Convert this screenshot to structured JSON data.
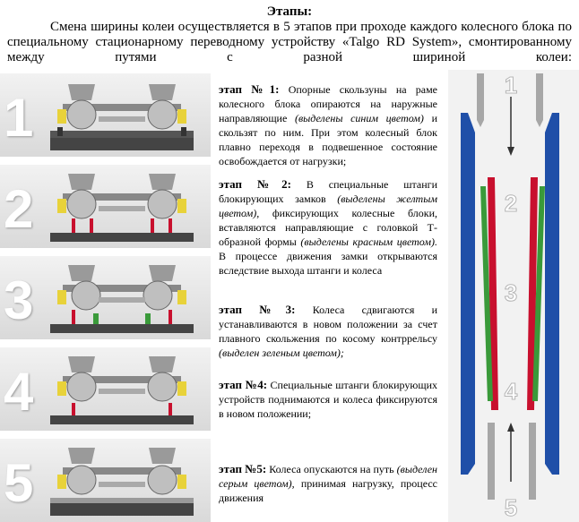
{
  "header": {
    "title": "Этапы:",
    "intro": "Смена ширины колеи осуществляется в 5 этапов при проходе каждого колесного блока по специальному стационарному переводному устройству «Talgo RD System», смонтированному между путями с разной шириной колеи:"
  },
  "stages": [
    {
      "number": "1",
      "label": "этап №1:",
      "text1": " Опорные скользуны на раме колесного блока опираются на наружные направляющие ",
      "highlight": "(выделены синим цветом)",
      "text2": " и скользят по ним. При этом колесный блок плавно переходя в подвешенное состояние освобождается от нагрузки;"
    },
    {
      "number": "2",
      "label": "этап №2:",
      "text1": " В специальные штанги блокирующих замков ",
      "highlight": "(выделены желтым цветом),",
      "text2": " фиксирующих колесные блоки, вставляются направляющие с головкой Т-образной формы ",
      "highlight2": "(выделены красным цветом).",
      "text3": " В процессе движения замки открываются вследствие выхода штанги и колеса"
    },
    {
      "number": "3",
      "label": "этап №3:",
      "text1": " Колеса сдвигаются и устанавливаются в новом положении за счет плавного скольжения по косому контррельсу ",
      "highlight": "(выделен зеленым цветом);"
    },
    {
      "number": "4",
      "label": "этап №4:",
      "text1": " Специальные штанги блокирующих устройств поднимаются и колеса фиксируются в новом положении;"
    },
    {
      "number": "5",
      "label": "этап №5:",
      "text1": " Колеса опускаются на путь ",
      "highlight": "(выделен серым цветом),",
      "text2": " принимая нагрузку, процесс движения"
    }
  ],
  "diagram_numbers": [
    "1",
    "2",
    "3",
    "4",
    "5"
  ],
  "colors": {
    "blue": "#1f4fa8",
    "red": "#c8102e",
    "green": "#3a9a3a",
    "yellow": "#e8d23a",
    "gray": "#9a9a9a"
  }
}
